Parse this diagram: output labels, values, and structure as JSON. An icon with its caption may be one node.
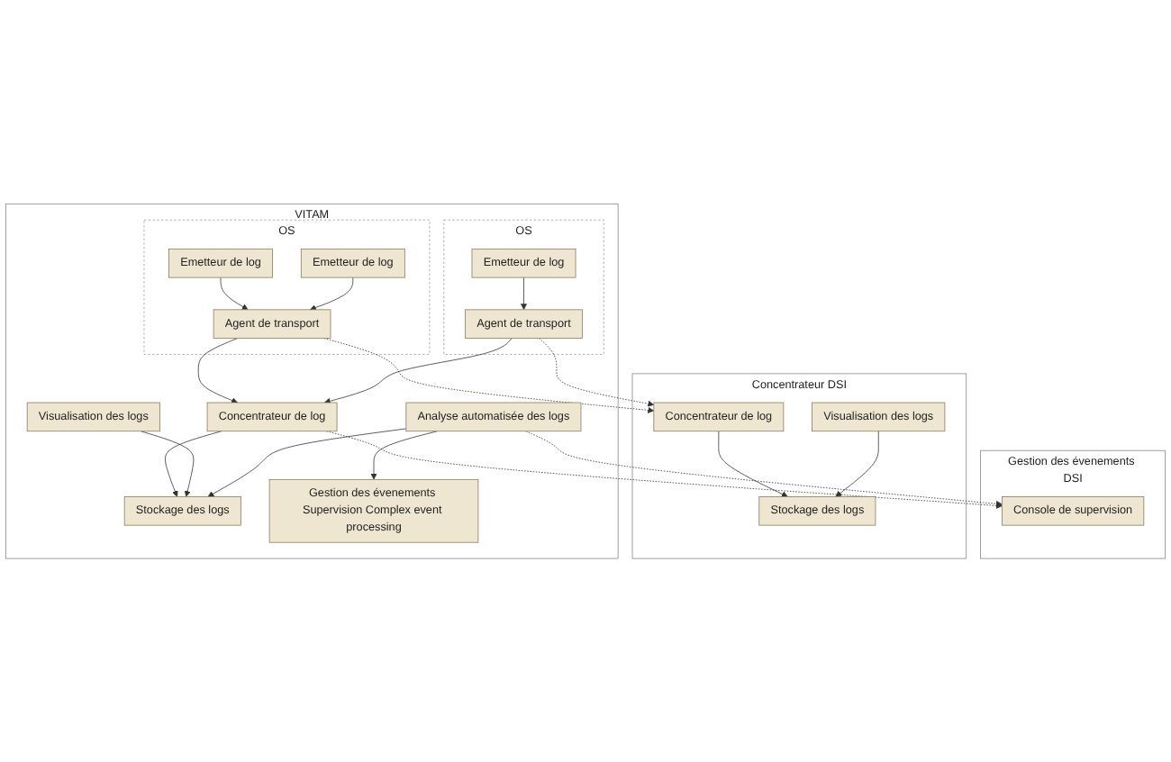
{
  "diagram": {
    "nodes": [
      {
        "text": [
          "VITAM"
        ]
      },
      {
        "text": [
          "OS"
        ],
        "in": 0
      },
      {
        "text": [
          "Emetteur de log"
        ],
        "in": 1
      },
      {
        "text": [
          "Agent de transport"
        ],
        "in": 1
      },
      {
        "text": [
          "Emetteur de log"
        ],
        "in": 1
      },
      {
        "text": [
          "OS"
        ],
        "in": 0
      },
      {
        "text": [
          "Emetteur de log"
        ],
        "in": 5
      },
      {
        "text": [
          "Agent de transport"
        ],
        "in": 5
      },
      {
        "text": [
          "Concentrateur de log"
        ],
        "in": 0
      },
      {
        "text": [
          "Stockage des logs"
        ],
        "in": 0
      },
      {
        "text": [
          "Visualisation des logs"
        ],
        "in": 0
      },
      {
        "text": [
          "Analyse automatisée des logs"
        ],
        "in": 0
      },
      {
        "text": [
          "Gestion des évenements Supervision Complex event processing"
        ],
        "in": 0
      },
      {
        "text": [
          "Concentrateur DSI"
        ]
      },
      {
        "text": [
          "Concentrateur de log"
        ],
        "in": 13
      },
      {
        "text": [
          "Stockage des logs"
        ],
        "in": 13
      },
      {
        "text": [
          "Visualisation des logs"
        ],
        "in": 13
      },
      {
        "text": [
          "Gestion des évenements DSI"
        ]
      },
      {
        "text": [
          "Console de supervision"
        ],
        "in": 17
      }
    ],
    "edges": [
      {
        "from": 2,
        "to": 3,
        "arrow": "to"
      },
      {
        "from": 4,
        "to": 3,
        "arrow": "to"
      },
      {
        "from": 6,
        "to": 7,
        "arrow": "to"
      },
      {
        "from": 3,
        "to": 8,
        "arrow": "to"
      },
      {
        "from": 7,
        "to": 8,
        "arrow": "to"
      },
      {
        "from": 8,
        "to": 9,
        "arrow": "to"
      },
      {
        "from": 10,
        "to": 9,
        "arrow": "to"
      },
      {
        "from": 11,
        "to": 9,
        "arrow": "to"
      },
      {
        "from": 11,
        "to": 12,
        "arrow": "to"
      },
      {
        "from": 3,
        "to": 14,
        "arrow": "to",
        "style": "dashed"
      },
      {
        "from": 7,
        "to": 14,
        "arrow": "to",
        "style": "dashed"
      },
      {
        "from": 8,
        "to": 18,
        "arrow": "to",
        "style": "dashed"
      },
      {
        "from": 11,
        "to": 18,
        "arrow": "to",
        "style": "dashed"
      },
      {
        "from": 14,
        "to": 15,
        "arrow": "to"
      },
      {
        "from": 16,
        "to": 15,
        "arrow": "to"
      }
    ]
  }
}
